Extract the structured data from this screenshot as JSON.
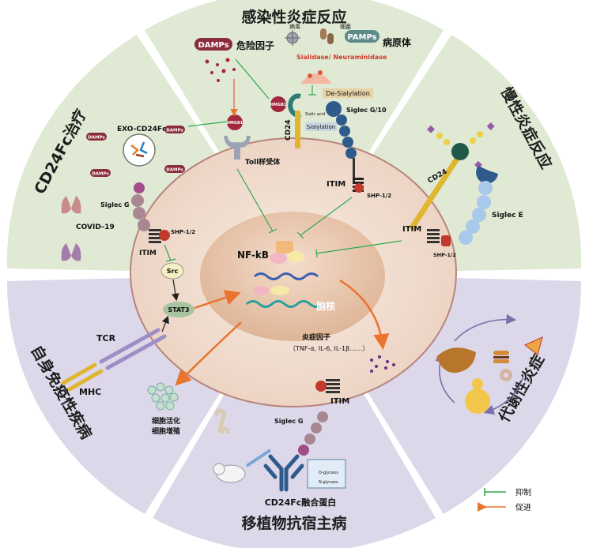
{
  "sectors": {
    "top": "感染性炎症反应",
    "right_upper": "慢性炎症反应",
    "right_lower": "代谢性炎症",
    "bottom": "移植物抗宿主病",
    "left_lower": "自身免疫性疾病",
    "left_upper": "CD24Fc治疗"
  },
  "top_section": {
    "virus": "病毒",
    "bacteria": "细菌",
    "damps_badge": "DAMPs",
    "danger_factor": "危险因子",
    "pamps_badge": "PAMPs",
    "pathogen": "病原体",
    "sialidase": "Sialidase/ Neuraminidase",
    "desialylation": "De-Sialylation",
    "sialylation": "Sialylation",
    "sialic_acid": "Sialic acid",
    "hmgb1": "HMGB1",
    "cd24": "CD24",
    "siglec_g10": "Siglec G/10"
  },
  "left_section": {
    "exo": "EXO-CD24Fc",
    "damps_small": "DAMPs",
    "siglec_g": "Siglec G",
    "covid": "COVID–19",
    "shp": "SHP-1/2",
    "itim": "ITIM",
    "src": "Src",
    "stat3": "STAT3",
    "tcr": "TCR",
    "mhc": "MHC",
    "activation_1": "细胞活化",
    "activation_2": "细胞增殖"
  },
  "center": {
    "toll": "Toll样受体",
    "nfkb": "NF-kB",
    "nucleus": "胞核",
    "itim": "ITIM",
    "shp": "SHP-1/2",
    "cytokine_title": "炎症因子",
    "cytokine_list": "（TNF-α, IL-6, IL-1β……）"
  },
  "right_section": {
    "cd24": "CD24",
    "siglec_e": "Siglec E",
    "itim": "ITIM",
    "shp": "SHP-1/2"
  },
  "bottom_section": {
    "itim": "ITIM",
    "siglec_g": "Siglec G",
    "cd24fc": "CD24Fc融合蛋白",
    "o_glycans": "O-glycans",
    "n_glycans": "N-glycans"
  },
  "legend": {
    "inhibit": "抑制",
    "promote": "促进"
  },
  "colors": {
    "green_sector": "#dfe9d3",
    "purple_sector": "#dcd8ea",
    "cell": "#f0dccf",
    "nucleus": "#e8c8ae",
    "inhibit_arrow": "#2fa84f",
    "promote_arrow": "#e8742e"
  }
}
